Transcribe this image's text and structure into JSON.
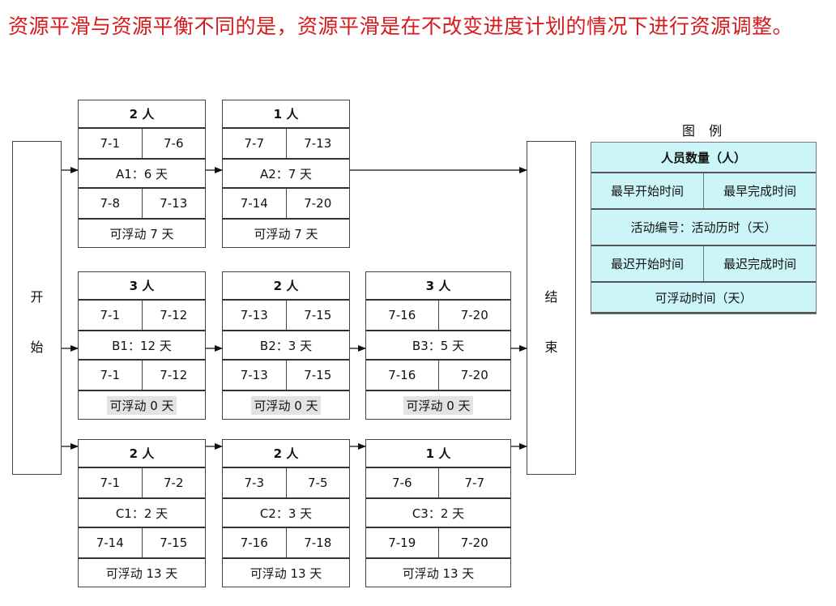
{
  "title": "资源平滑与资源平衡不同的是，资源平滑是在不改变进度计划的情况下进行资源调整。",
  "start_label": [
    "开",
    "始"
  ],
  "end_label": [
    "结",
    "束"
  ],
  "activities": {
    "A1": {
      "people": "2 人",
      "es": "7-1",
      "ef": "7-6",
      "name": "A1：6 天",
      "ls": "7-8",
      "lf": "7-13",
      "float": "可浮动 7 天"
    },
    "A2": {
      "people": "1 人",
      "es": "7-7",
      "ef": "7-13",
      "name": "A2：7 天",
      "ls": "7-14",
      "lf": "7-20",
      "float": "可浮动 7 天"
    },
    "B1": {
      "people": "3 人",
      "es": "7-1",
      "ef": "7-12",
      "name": "B1：12 天",
      "ls": "7-1",
      "lf": "7-12",
      "float": "可浮动 0 天"
    },
    "B2": {
      "people": "2 人",
      "es": "7-13",
      "ef": "7-15",
      "name": "B2：3 天",
      "ls": "7-13",
      "lf": "7-15",
      "float": "可浮动 0 天"
    },
    "B3": {
      "people": "3 人",
      "es": "7-16",
      "ef": "7-20",
      "name": "B3：5 天",
      "ls": "7-16",
      "lf": "7-20",
      "float": "可浮动 0 天"
    },
    "C1": {
      "people": "2 人",
      "es": "7-1",
      "ef": "7-2",
      "name": "C1：2 天",
      "ls": "7-14",
      "lf": "7-15",
      "float": "可浮动 13 天"
    },
    "C2": {
      "people": "2 人",
      "es": "7-3",
      "ef": "7-5",
      "name": "C2：3 天",
      "ls": "7-16",
      "lf": "7-18",
      "float": "可浮动 13 天"
    },
    "C3": {
      "people": "1 人",
      "es": "7-6",
      "ef": "7-7",
      "name": "C3：2 天",
      "ls": "7-19",
      "lf": "7-20",
      "float": "可浮动 13 天"
    }
  },
  "legend": {
    "title": "图 例",
    "people": "人员数量（人）",
    "es": "最早开始时间",
    "ef": "最早完成时间",
    "name": "活动编号：活动历时（天）",
    "ls": "最迟开始时间",
    "lf": "最迟完成时间",
    "float": "可浮动时间（天）"
  },
  "colors": {
    "title": "#d7191c",
    "legend_fill": "#ccf5f7"
  }
}
